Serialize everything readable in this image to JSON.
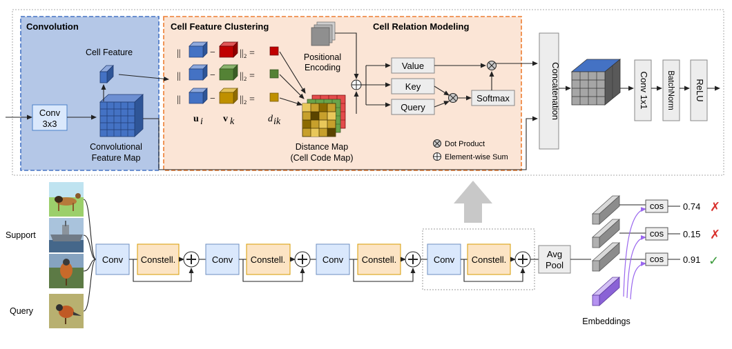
{
  "panels": {
    "convolution": "Convolution",
    "clustering": "Cell Feature Clustering",
    "relation": "Cell Relation Modeling"
  },
  "conv_panel": {
    "conv_line1": "Conv",
    "conv_line2": "3x3",
    "cell_feature": "Cell Feature",
    "feature_map_line1": "Convolutional",
    "feature_map_line2": "Feature Map"
  },
  "clustering": {
    "norm_left": "||",
    "minus": "−",
    "norm_right": "||₂ =",
    "u_label": "u",
    "u_sub": "i",
    "v_label": "v",
    "v_sub": "k",
    "d_label": "d",
    "d_sub": "ik",
    "positional_line1": "Positional",
    "positional_line2": "Encoding",
    "distance_line1": "Distance Map",
    "distance_line2": "(Cell Code Map)"
  },
  "relation": {
    "value": "Value",
    "key": "Key",
    "query": "Query",
    "softmax": "Softmax",
    "legend_dot": "Dot Product",
    "legend_sum": "Element-wise Sum"
  },
  "right_ops": {
    "concatenation": "Concatenation",
    "conv1x1": "Conv 1x1",
    "batchnorm": "BatchNorm",
    "relu": "ReLU"
  },
  "pipeline": {
    "support": "Support",
    "query": "Query",
    "conv": "Conv",
    "constell": "Constell.",
    "avgpool_line1": "Avg",
    "avgpool_line2": "Pool",
    "embeddings": "Embeddings",
    "cos": "cos"
  },
  "scores": [
    {
      "value": "0.74",
      "mark": "✗"
    },
    {
      "value": "0.15",
      "mark": "✗"
    },
    {
      "value": "0.91",
      "mark": "✓"
    }
  ],
  "colors": {
    "conv_panel_bg": "#b4c7e7",
    "conv_panel_border": "#4472c4",
    "cluster_panel_bg": "#fbe5d6",
    "cluster_panel_border": "#ed7d31",
    "blue_cube": "#4472c4",
    "red_cube": "#c00000",
    "green_cube": "#548235",
    "gold_cube": "#bf9000",
    "conv_box": "#dae8fc",
    "constell_box": "#fce4c4",
    "gray_box": "#ededed",
    "purple": "#9966ee",
    "cross": "#d9302c",
    "check": "#3a9a3a"
  },
  "icons": [
    "dot-product-icon",
    "element-sum-icon",
    "cross-icon",
    "check-icon",
    "up-arrow-icon"
  ]
}
